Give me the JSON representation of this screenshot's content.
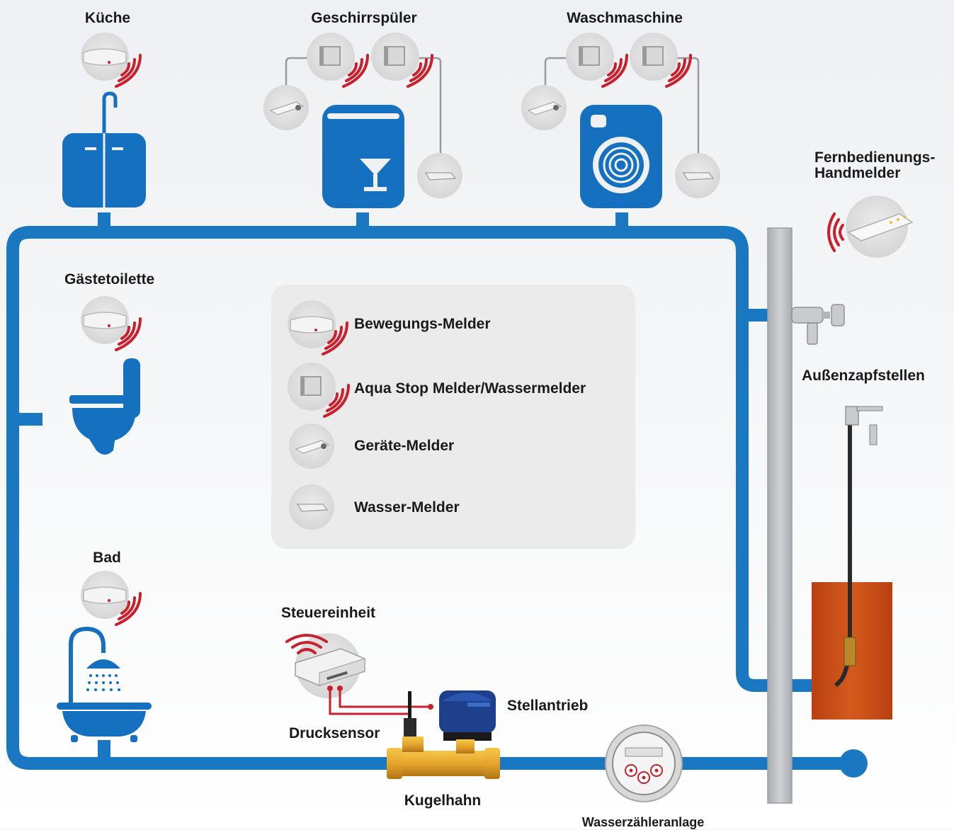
{
  "rooms": {
    "kueche": "Küche",
    "geschirrspueler": "Geschirrspüler",
    "waschmaschine": "Waschmaschine",
    "gaestetoilette": "Gästetoilette",
    "bad": "Bad"
  },
  "components": {
    "fernbedienung_line1": "Fernbedienungs-",
    "fernbedienung_line2": "Handmelder",
    "aussenzapfstellen": "Außenzapfstellen",
    "steuereinheit": "Steuereinheit",
    "stellantrieb": "Stellantrieb",
    "drucksensor": "Drucksensor",
    "kugelhahn": "Kugelhahn",
    "wasserzaehleranlage": "Wasserzähleranlage"
  },
  "legend": [
    {
      "label": "Bewegungs-Melder",
      "icon": "motion-sensor-icon"
    },
    {
      "label": "Aqua Stop Melder/Wassermelder",
      "icon": "aqua-stop-sensor-icon"
    },
    {
      "label": "Geräte-Melder",
      "icon": "device-sensor-icon"
    },
    {
      "label": "Wasser-Melder",
      "icon": "water-sensor-icon"
    }
  ],
  "colors": {
    "pipe": "#1a78c2",
    "appliance": "#1670c0",
    "wireless": "#c8202c",
    "wall": "#b9bcc0",
    "ground": "#c8521a",
    "brass": "#e2a22a"
  }
}
